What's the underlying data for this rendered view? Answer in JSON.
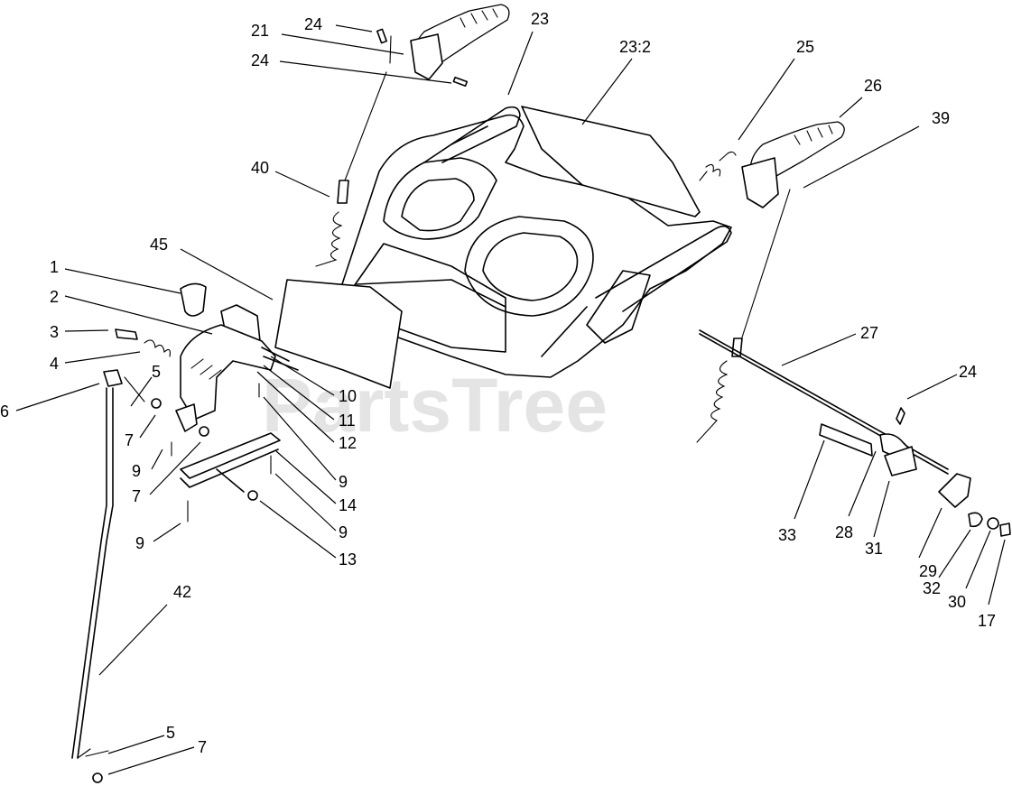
{
  "watermark": "PartsTree",
  "callouts": [
    {
      "label": "21"
    },
    {
      "label": "24"
    },
    {
      "label": "24"
    },
    {
      "label": "23"
    },
    {
      "label": "23:2"
    },
    {
      "label": "25"
    },
    {
      "label": "26"
    },
    {
      "label": "39"
    },
    {
      "label": "40"
    },
    {
      "label": "45"
    },
    {
      "label": "1"
    },
    {
      "label": "2"
    },
    {
      "label": "3"
    },
    {
      "label": "4"
    },
    {
      "label": "5"
    },
    {
      "label": "6"
    },
    {
      "label": "7"
    },
    {
      "label": "9"
    },
    {
      "label": "7"
    },
    {
      "label": "10"
    },
    {
      "label": "11"
    },
    {
      "label": "12"
    },
    {
      "label": "9"
    },
    {
      "label": "14"
    },
    {
      "label": "9"
    },
    {
      "label": "9"
    },
    {
      "label": "13"
    },
    {
      "label": "42"
    },
    {
      "label": "5"
    },
    {
      "label": "7"
    },
    {
      "label": "27"
    },
    {
      "label": "24"
    },
    {
      "label": "33"
    },
    {
      "label": "28"
    },
    {
      "label": "31"
    },
    {
      "label": "29"
    },
    {
      "label": "32"
    },
    {
      "label": "30"
    },
    {
      "label": "17"
    }
  ]
}
